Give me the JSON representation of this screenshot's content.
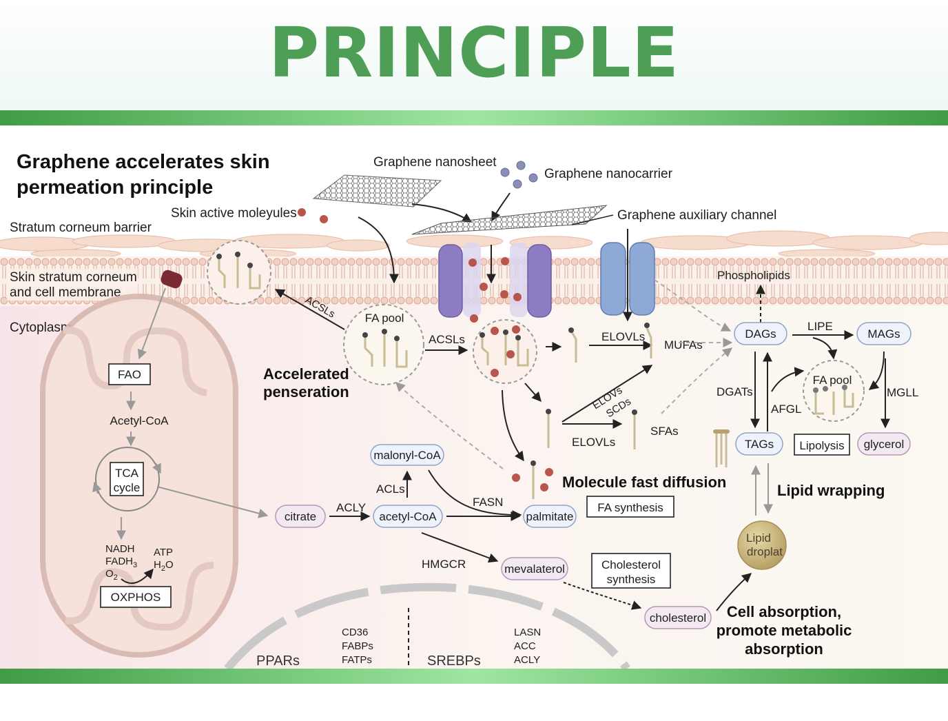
{
  "header": {
    "title": "PRINCIPLE"
  },
  "diagram": {
    "heading_line1": "Graphene accelerates skin",
    "heading_line2": "permeation principle",
    "layers": {
      "stratum_corneum_barrier": "Stratum corneum barrier",
      "skin_membrane_line1": "Skin stratum corneum",
      "skin_membrane_line2": "and cell membrane",
      "cytoplasm": "Cytoplasm"
    },
    "graphene": {
      "nanosheet": "Graphene nanosheet",
      "nanocarrier": "Graphene nanocarrier",
      "auxiliary_channel": "Graphene auxiliary channel",
      "skin_active_molecules": "Skin active moleyules"
    },
    "enzymes": {
      "acsls_upper": "ACSLs",
      "acsls_mid": "ACSLs",
      "elovls_top": "ELOVLs",
      "elovs_diag": "ELOVs",
      "scds_diag": "SCDs",
      "elovls_bottom": "ELOVLs",
      "lipe": "LIPE",
      "dgats": "DGATs",
      "afgl": "AFGL",
      "mgll": "MGLL",
      "acly": "ACLY",
      "acls": "ACLs",
      "fasn": "FASN",
      "hmgcr": "HMGCR"
    },
    "nodes": {
      "fa_pool_left": "FA pool",
      "fa_pool_right": "FA pool",
      "mufas": "MUFAs",
      "sfas": "SFAs",
      "phospholipids": "Phospholipids",
      "dags": "DAGs",
      "mags": "MAGs",
      "tags": "TAGs",
      "lipolysis": "Lipolysis",
      "glycerol": "glycerol",
      "lipid_droplet_line1": "Lipid",
      "lipid_droplet_line2": "droplat",
      "malonyl_coa": "malonyl-CoA",
      "citrate": "citrate",
      "acetyl_coa": "acetyl-CoA",
      "palmitate": "palmitate",
      "fa_synthesis": "FA synthesis",
      "mevalaterol": "mevalaterol",
      "cholesterol_synthesis_line1": "Cholesterol",
      "cholesterol_synthesis_line2": "synthesis",
      "cholesterol": "cholesterol"
    },
    "mitochondria": {
      "fao": "FAO",
      "acetyl_coa": "Acetyl-CoA",
      "tca_line1": "TCA",
      "tca_line2": "cycle",
      "nadh": "NADH",
      "fadh": "FADH",
      "fadh_sub": "3",
      "o2": "O",
      "o2_sub": "2",
      "atp": "ATP",
      "h2o_h": "H",
      "h2o_sub": "2",
      "h2o_o": "O",
      "oxphos": "OXPHOS"
    },
    "callouts": {
      "accelerated_line1": "Accelerated",
      "accelerated_line2": "penseration",
      "fast_diffusion": "Molecule fast diffusion",
      "lipid_wrapping": "Lipid wrapping",
      "cell_absorption_line1": "Cell absorption,",
      "cell_absorption_line2": "promote metabolic",
      "cell_absorption_line3": "absorption"
    },
    "nucleus": {
      "ppars": "PPARs",
      "srebps": "SREBPs",
      "ppar_genes": [
        "CD36",
        "FABPs",
        "FATPs"
      ],
      "srebp_genes": [
        "LASN",
        "ACC",
        "ACLY"
      ]
    }
  },
  "colors": {
    "title_green": "#4f9e56",
    "band_green": "#3f9c45",
    "channel_purple": "#8e7cc3",
    "channel_blue": "#8fa9d6",
    "molecule_red": "#b8554c",
    "lipid_droplet": "#c9b27a"
  }
}
